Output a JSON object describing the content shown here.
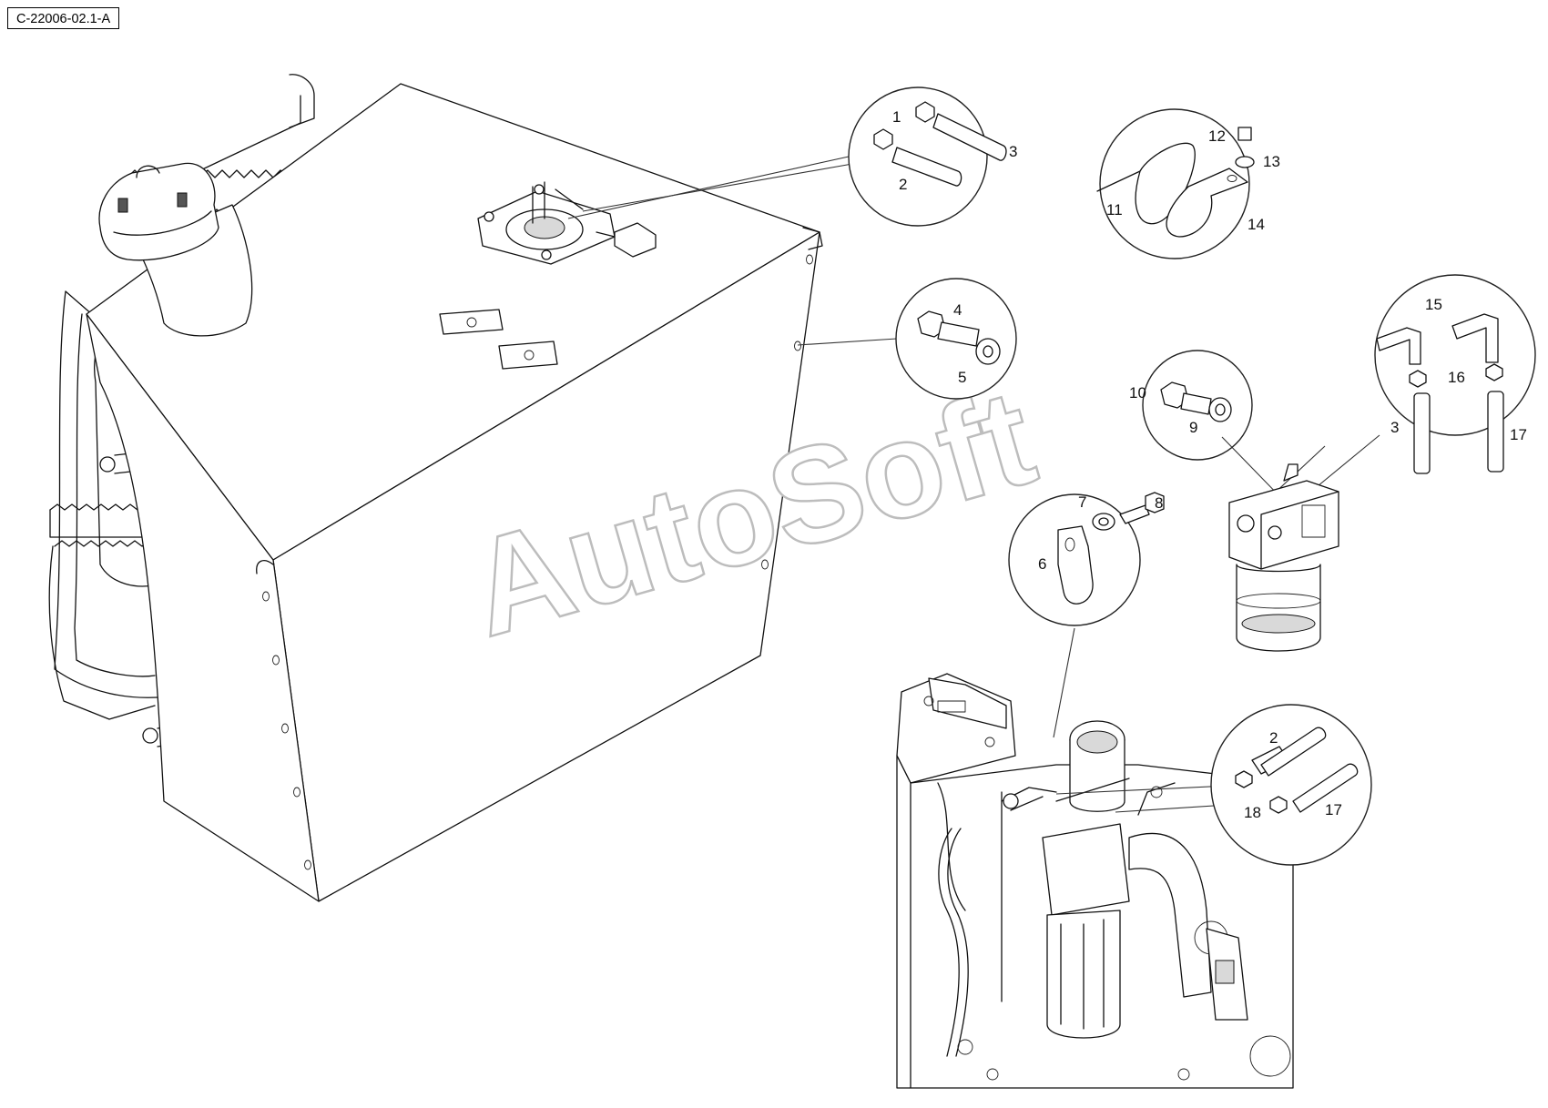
{
  "document": {
    "reference_code": "C-22006-02.1-A",
    "watermark": "AutoSoft"
  },
  "callouts": {
    "c1": "1",
    "c2": "2",
    "c3": "3",
    "c4": "4",
    "c5": "5",
    "c6": "6",
    "c7": "7",
    "c8": "8",
    "c9": "9",
    "c10": "10",
    "c11": "11",
    "c12": "12",
    "c13": "13",
    "c14": "14",
    "c15": "15",
    "c16": "16",
    "c17": "17",
    "c18": "18"
  }
}
